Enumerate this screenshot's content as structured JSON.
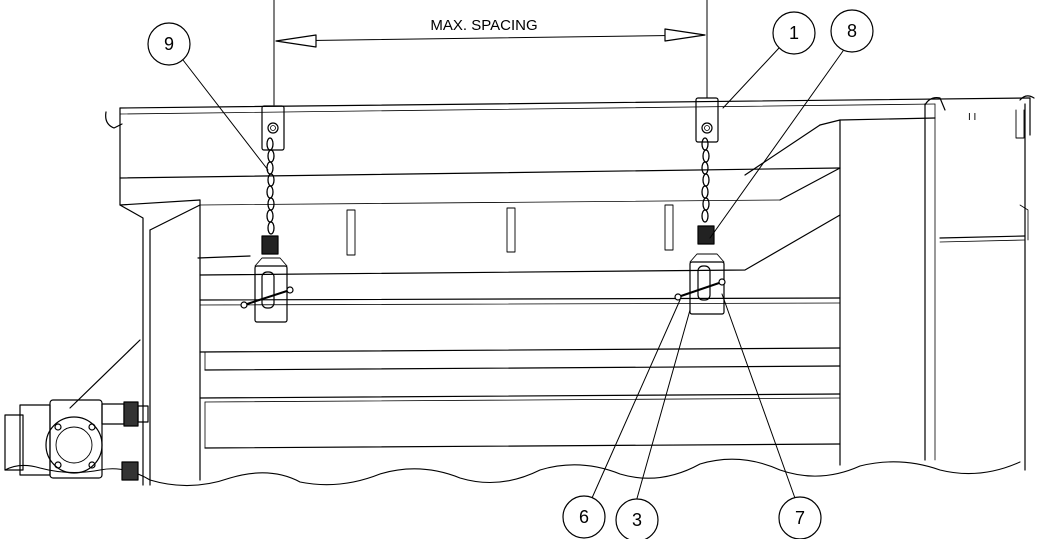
{
  "dimension": {
    "label": "MAX. SPACING"
  },
  "callouts": [
    {
      "id": "9"
    },
    {
      "id": "1"
    },
    {
      "id": "8"
    },
    {
      "id": "6"
    },
    {
      "id": "3"
    },
    {
      "id": "7"
    }
  ],
  "colors": {
    "line": "#000000",
    "background": "#ffffff"
  }
}
